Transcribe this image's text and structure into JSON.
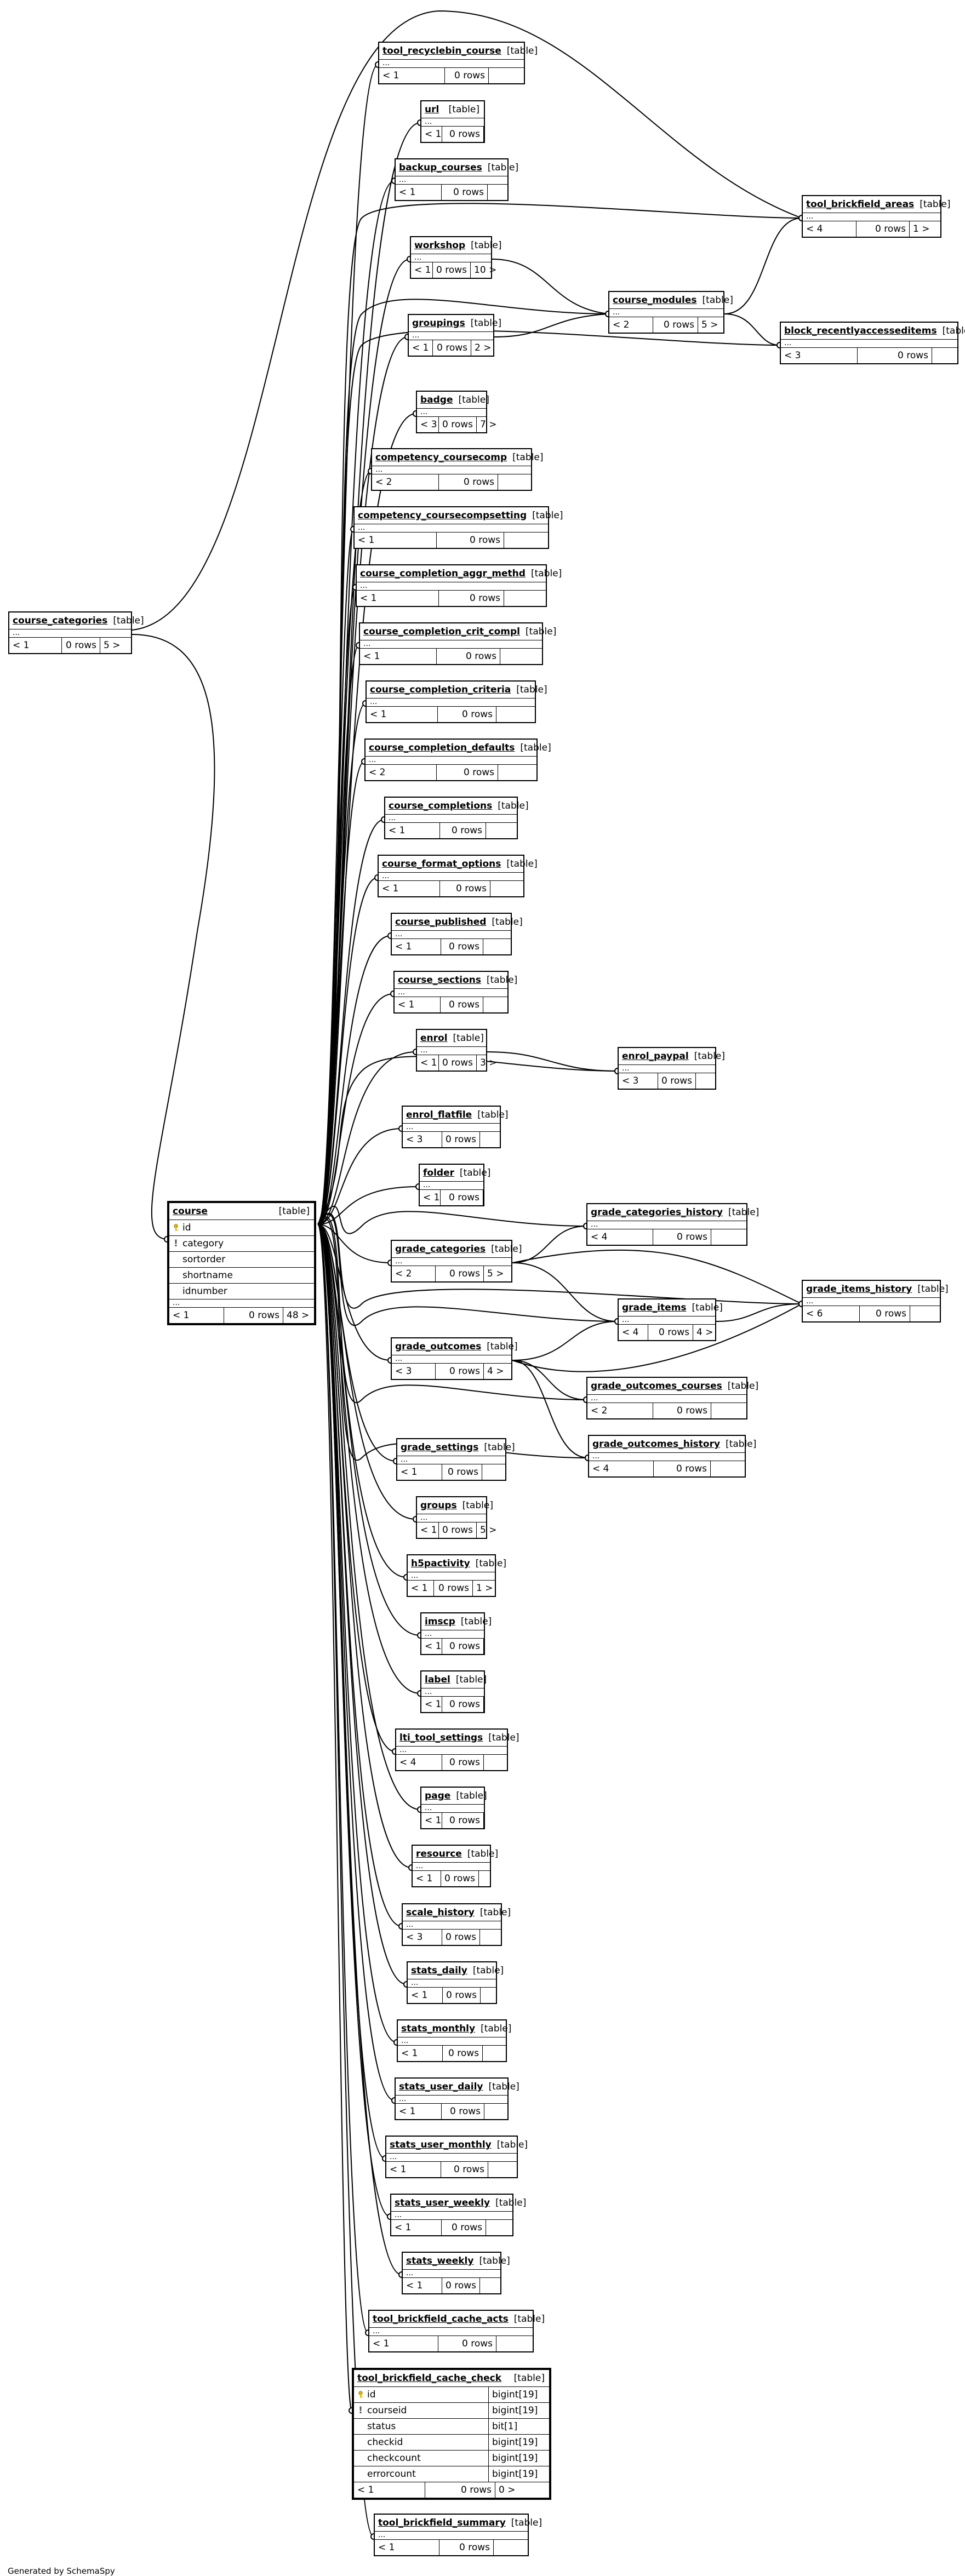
{
  "tables": {
    "tool_recyclebin_course": {
      "name": "tool_recyclebin_course",
      "type": "[table]",
      "parents": "< 1",
      "rows": "0 rows",
      "children": ""
    },
    "url": {
      "name": "url",
      "type": "[table]",
      "parents": "< 1",
      "rows": "0 rows",
      "children": ""
    },
    "backup_courses": {
      "name": "backup_courses",
      "type": "[table]",
      "parents": "< 1",
      "rows": "0 rows",
      "children": ""
    },
    "tool_brickfield_areas": {
      "name": "tool_brickfield_areas",
      "type": "[table]",
      "parents": "< 4",
      "rows": "0 rows",
      "children": "1 >"
    },
    "workshop": {
      "name": "workshop",
      "type": "[table]",
      "parents": "< 1",
      "rows": "0 rows",
      "children": "10 >"
    },
    "course_modules": {
      "name": "course_modules",
      "type": "[table]",
      "parents": "< 2",
      "rows": "0 rows",
      "children": "5 >"
    },
    "groupings": {
      "name": "groupings",
      "type": "[table]",
      "parents": "< 1",
      "rows": "0 rows",
      "children": "2 >"
    },
    "block_recentlyaccesseditems": {
      "name": "block_recentlyaccesseditems",
      "type": "[table]",
      "parents": "< 3",
      "rows": "0 rows",
      "children": ""
    },
    "badge": {
      "name": "badge",
      "type": "[table]",
      "parents": "< 3",
      "rows": "0 rows",
      "children": "7 >"
    },
    "competency_coursecomp": {
      "name": "competency_coursecomp",
      "type": "[table]",
      "parents": "< 2",
      "rows": "0 rows",
      "children": ""
    },
    "competency_coursecompsetting": {
      "name": "competency_coursecompsetting",
      "type": "[table]",
      "parents": "< 1",
      "rows": "0 rows",
      "children": ""
    },
    "course_completion_aggr_methd": {
      "name": "course_completion_aggr_methd",
      "type": "[table]",
      "parents": "< 1",
      "rows": "0 rows",
      "children": ""
    },
    "course_categories": {
      "name": "course_categories",
      "type": "[table]",
      "parents": "< 1",
      "rows": "0 rows",
      "children": "5 >"
    },
    "course_completion_crit_compl": {
      "name": "course_completion_crit_compl",
      "type": "[table]",
      "parents": "< 1",
      "rows": "0 rows",
      "children": ""
    },
    "course_completion_criteria": {
      "name": "course_completion_criteria",
      "type": "[table]",
      "parents": "< 1",
      "rows": "0 rows",
      "children": ""
    },
    "course_completion_defaults": {
      "name": "course_completion_defaults",
      "type": "[table]",
      "parents": "< 2",
      "rows": "0 rows",
      "children": ""
    },
    "course_completions": {
      "name": "course_completions",
      "type": "[table]",
      "parents": "< 1",
      "rows": "0 rows",
      "children": ""
    },
    "course_format_options": {
      "name": "course_format_options",
      "type": "[table]",
      "parents": "< 1",
      "rows": "0 rows",
      "children": ""
    },
    "course_published": {
      "name": "course_published",
      "type": "[table]",
      "parents": "< 1",
      "rows": "0 rows",
      "children": ""
    },
    "course_sections": {
      "name": "course_sections",
      "type": "[table]",
      "parents": "< 1",
      "rows": "0 rows",
      "children": ""
    },
    "enrol": {
      "name": "enrol",
      "type": "[table]",
      "parents": "< 1",
      "rows": "0 rows",
      "children": "3 >"
    },
    "enrol_paypal": {
      "name": "enrol_paypal",
      "type": "[table]",
      "parents": "< 3",
      "rows": "0 rows",
      "children": ""
    },
    "enrol_flatfile": {
      "name": "enrol_flatfile",
      "type": "[table]",
      "parents": "< 3",
      "rows": "0 rows",
      "children": ""
    },
    "folder": {
      "name": "folder",
      "type": "[table]",
      "parents": "< 1",
      "rows": "0 rows",
      "children": ""
    },
    "grade_categories_history": {
      "name": "grade_categories_history",
      "type": "[table]",
      "parents": "< 4",
      "rows": "0 rows",
      "children": ""
    },
    "grade_categories": {
      "name": "grade_categories",
      "type": "[table]",
      "parents": "< 2",
      "rows": "0 rows",
      "children": "5 >"
    },
    "grade_items_history": {
      "name": "grade_items_history",
      "type": "[table]",
      "parents": "< 6",
      "rows": "0 rows",
      "children": ""
    },
    "grade_items": {
      "name": "grade_items",
      "type": "[table]",
      "parents": "< 4",
      "rows": "0 rows",
      "children": "4 >"
    },
    "grade_outcomes": {
      "name": "grade_outcomes",
      "type": "[table]",
      "parents": "< 3",
      "rows": "0 rows",
      "children": "4 >"
    },
    "grade_outcomes_courses": {
      "name": "grade_outcomes_courses",
      "type": "[table]",
      "parents": "< 2",
      "rows": "0 rows",
      "children": ""
    },
    "grade_outcomes_history": {
      "name": "grade_outcomes_history",
      "type": "[table]",
      "parents": "< 4",
      "rows": "0 rows",
      "children": ""
    },
    "grade_settings": {
      "name": "grade_settings",
      "type": "[table]",
      "parents": "< 1",
      "rows": "0 rows",
      "children": ""
    },
    "groups": {
      "name": "groups",
      "type": "[table]",
      "parents": "< 1",
      "rows": "0 rows",
      "children": "5 >"
    },
    "h5pactivity": {
      "name": "h5pactivity",
      "type": "[table]",
      "parents": "< 1",
      "rows": "0 rows",
      "children": "1 >"
    },
    "imscp": {
      "name": "imscp",
      "type": "[table]",
      "parents": "< 1",
      "rows": "0 rows",
      "children": ""
    },
    "label": {
      "name": "label",
      "type": "[table]",
      "parents": "< 1",
      "rows": "0 rows",
      "children": ""
    },
    "lti_tool_settings": {
      "name": "lti_tool_settings",
      "type": "[table]",
      "parents": "< 4",
      "rows": "0 rows",
      "children": ""
    },
    "page": {
      "name": "page",
      "type": "[table]",
      "parents": "< 1",
      "rows": "0 rows",
      "children": ""
    },
    "resource": {
      "name": "resource",
      "type": "[table]",
      "parents": "< 1",
      "rows": "0 rows",
      "children": ""
    },
    "scale_history": {
      "name": "scale_history",
      "type": "[table]",
      "parents": "< 3",
      "rows": "0 rows",
      "children": ""
    },
    "stats_daily": {
      "name": "stats_daily",
      "type": "[table]",
      "parents": "< 1",
      "rows": "0 rows",
      "children": ""
    },
    "stats_monthly": {
      "name": "stats_monthly",
      "type": "[table]",
      "parents": "< 1",
      "rows": "0 rows",
      "children": ""
    },
    "stats_user_daily": {
      "name": "stats_user_daily",
      "type": "[table]",
      "parents": "< 1",
      "rows": "0 rows",
      "children": ""
    },
    "stats_user_monthly": {
      "name": "stats_user_monthly",
      "type": "[table]",
      "parents": "< 1",
      "rows": "0 rows",
      "children": ""
    },
    "stats_user_weekly": {
      "name": "stats_user_weekly",
      "type": "[table]",
      "parents": "< 1",
      "rows": "0 rows",
      "children": ""
    },
    "stats_weekly": {
      "name": "stats_weekly",
      "type": "[table]",
      "parents": "< 1",
      "rows": "0 rows",
      "children": ""
    },
    "tool_brickfield_cache_acts": {
      "name": "tool_brickfield_cache_acts",
      "type": "[table]",
      "parents": "< 1",
      "rows": "0 rows",
      "children": ""
    },
    "tool_brickfield_summary": {
      "name": "tool_brickfield_summary",
      "type": "[table]",
      "parents": "< 1",
      "rows": "0 rows",
      "children": ""
    }
  },
  "course": {
    "name": "course",
    "type": "[table]",
    "columns": [
      {
        "name": "id",
        "icon": "primary-key-icon"
      },
      {
        "name": "category",
        "icon": "foreign-key-icon"
      },
      {
        "name": "sortorder",
        "icon": ""
      },
      {
        "name": "shortname",
        "icon": ""
      },
      {
        "name": "idnumber",
        "icon": ""
      }
    ],
    "more": "...",
    "parents": "< 1",
    "rows": "0 rows",
    "children": "48 >"
  },
  "cache_check": {
    "name": "tool_brickfield_cache_check",
    "type": "[table]",
    "columns": [
      {
        "name": "id",
        "dtype": "bigint[19]",
        "icon": "primary-key-icon"
      },
      {
        "name": "courseid",
        "dtype": "bigint[19]",
        "icon": "foreign-key-icon"
      },
      {
        "name": "status",
        "dtype": "bit[1]",
        "icon": ""
      },
      {
        "name": "checkid",
        "dtype": "bigint[19]",
        "icon": ""
      },
      {
        "name": "checkcount",
        "dtype": "bigint[19]",
        "icon": ""
      },
      {
        "name": "errorcount",
        "dtype": "bigint[19]",
        "icon": ""
      }
    ],
    "parents": "< 1",
    "rows": "0 rows",
    "children": "0 >"
  },
  "footer": "Generated by SchemaSpy"
}
